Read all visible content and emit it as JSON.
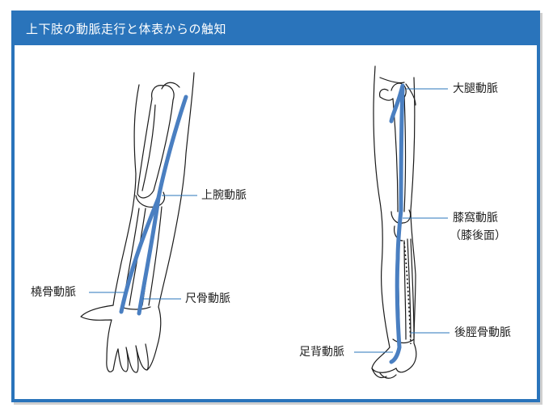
{
  "title": "上下肢の動脈走行と体表からの触知",
  "labels": {
    "brachial": "上腕動脈",
    "radial": "橈骨動脈",
    "ulnar": "尺骨動脈",
    "femoral": "大腿動脈",
    "popliteal": "膝窩動脈",
    "popliteal_note": "（膝後面）",
    "posterior_tibial": "後脛骨動脈",
    "dorsalis_pedis": "足背動脈"
  },
  "colors": {
    "frame": "#2a74bb",
    "artery": "#4a7fc1",
    "outline": "#1a1a1a",
    "leader": "#2a74bb"
  }
}
